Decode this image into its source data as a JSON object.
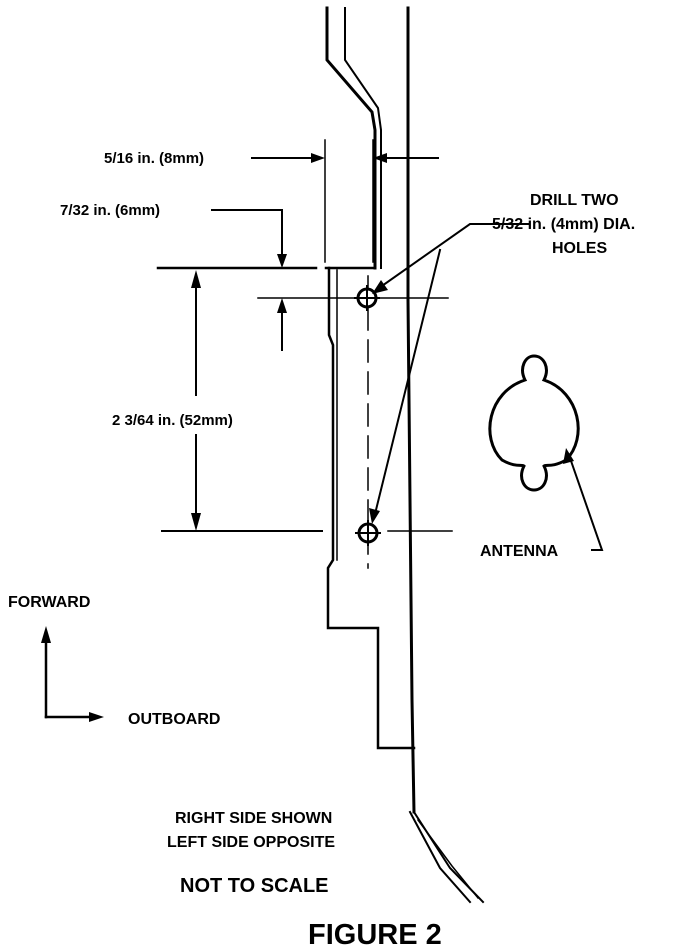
{
  "dimensions": {
    "top_offset": "5/16 in. (8mm)",
    "hole_offset": "7/32 in. (6mm)",
    "hole_spacing": "2 3/64 in. (52mm)"
  },
  "drill_note": {
    "line1": "DRILL TWO",
    "line2": "5/32 in. (4mm) DIA.",
    "line3": "HOLES"
  },
  "antenna_label": "ANTENNA",
  "orientation": {
    "forward": "FORWARD",
    "outboard": "OUTBOARD"
  },
  "side_note": {
    "line1": "RIGHT SIDE SHOWN",
    "line2": "LEFT SIDE OPPOSITE"
  },
  "scale_note": "NOT TO SCALE",
  "figure_caption": "FIGURE 2"
}
